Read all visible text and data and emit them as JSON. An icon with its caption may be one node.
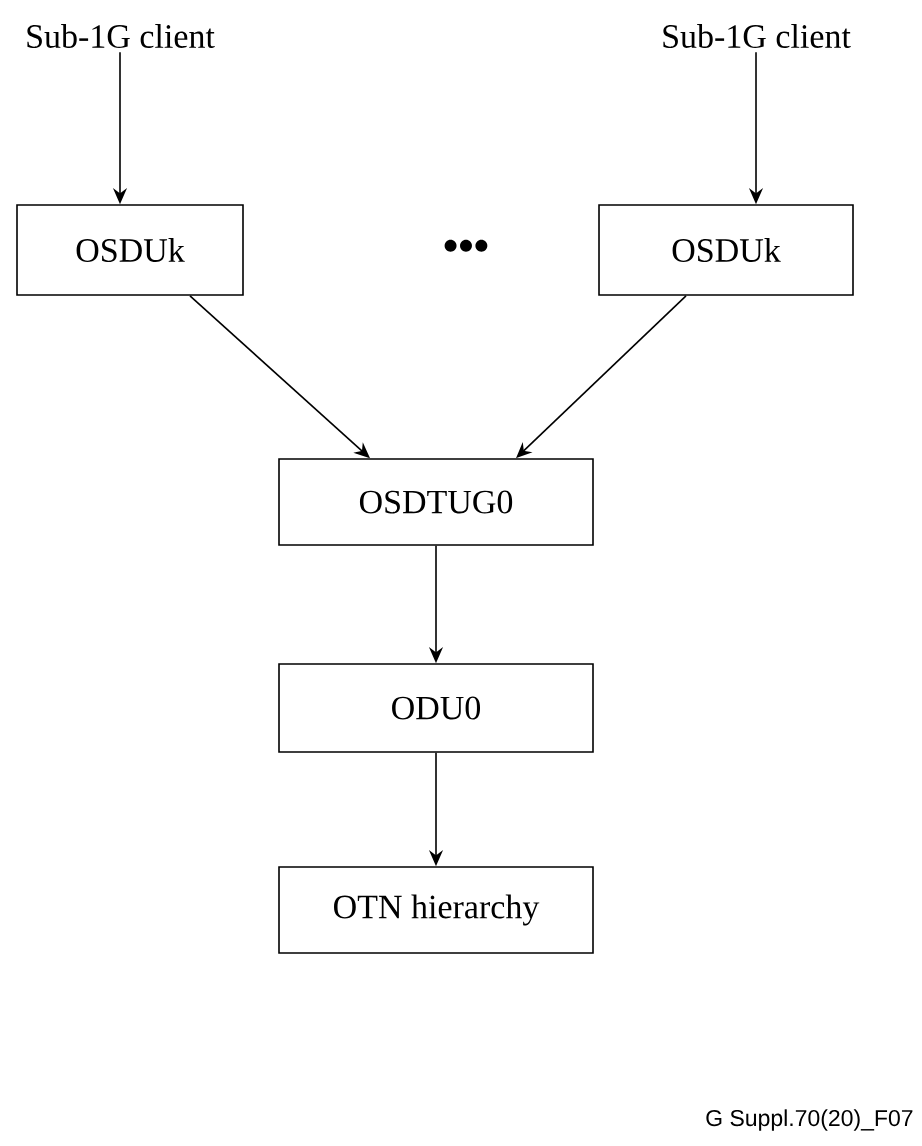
{
  "diagram": {
    "nodes": [
      {
        "text": [
          "Sub-1G client"
        ]
      },
      {
        "text": [
          "Sub-1G client"
        ]
      },
      {
        "text": [
          "OSDUk"
        ]
      },
      {
        "text": [
          "OSDUk"
        ]
      },
      {
        "text": [
          "OSDTUG0"
        ]
      },
      {
        "text": [
          "ODU0"
        ]
      },
      {
        "text": [
          "OTN hierarchy"
        ]
      }
    ],
    "edges": [
      {
        "from": 0,
        "to": 2,
        "arrow": "to"
      },
      {
        "from": 1,
        "to": 3,
        "arrow": "to"
      },
      {
        "from": 2,
        "to": 4,
        "arrow": "to"
      },
      {
        "from": 3,
        "to": 4,
        "arrow": "to"
      },
      {
        "from": 4,
        "to": 5,
        "arrow": "to"
      },
      {
        "from": 5,
        "to": 6,
        "arrow": "to"
      }
    ],
    "labels": [
      "•••",
      "G Suppl.70(20)_F07"
    ]
  }
}
